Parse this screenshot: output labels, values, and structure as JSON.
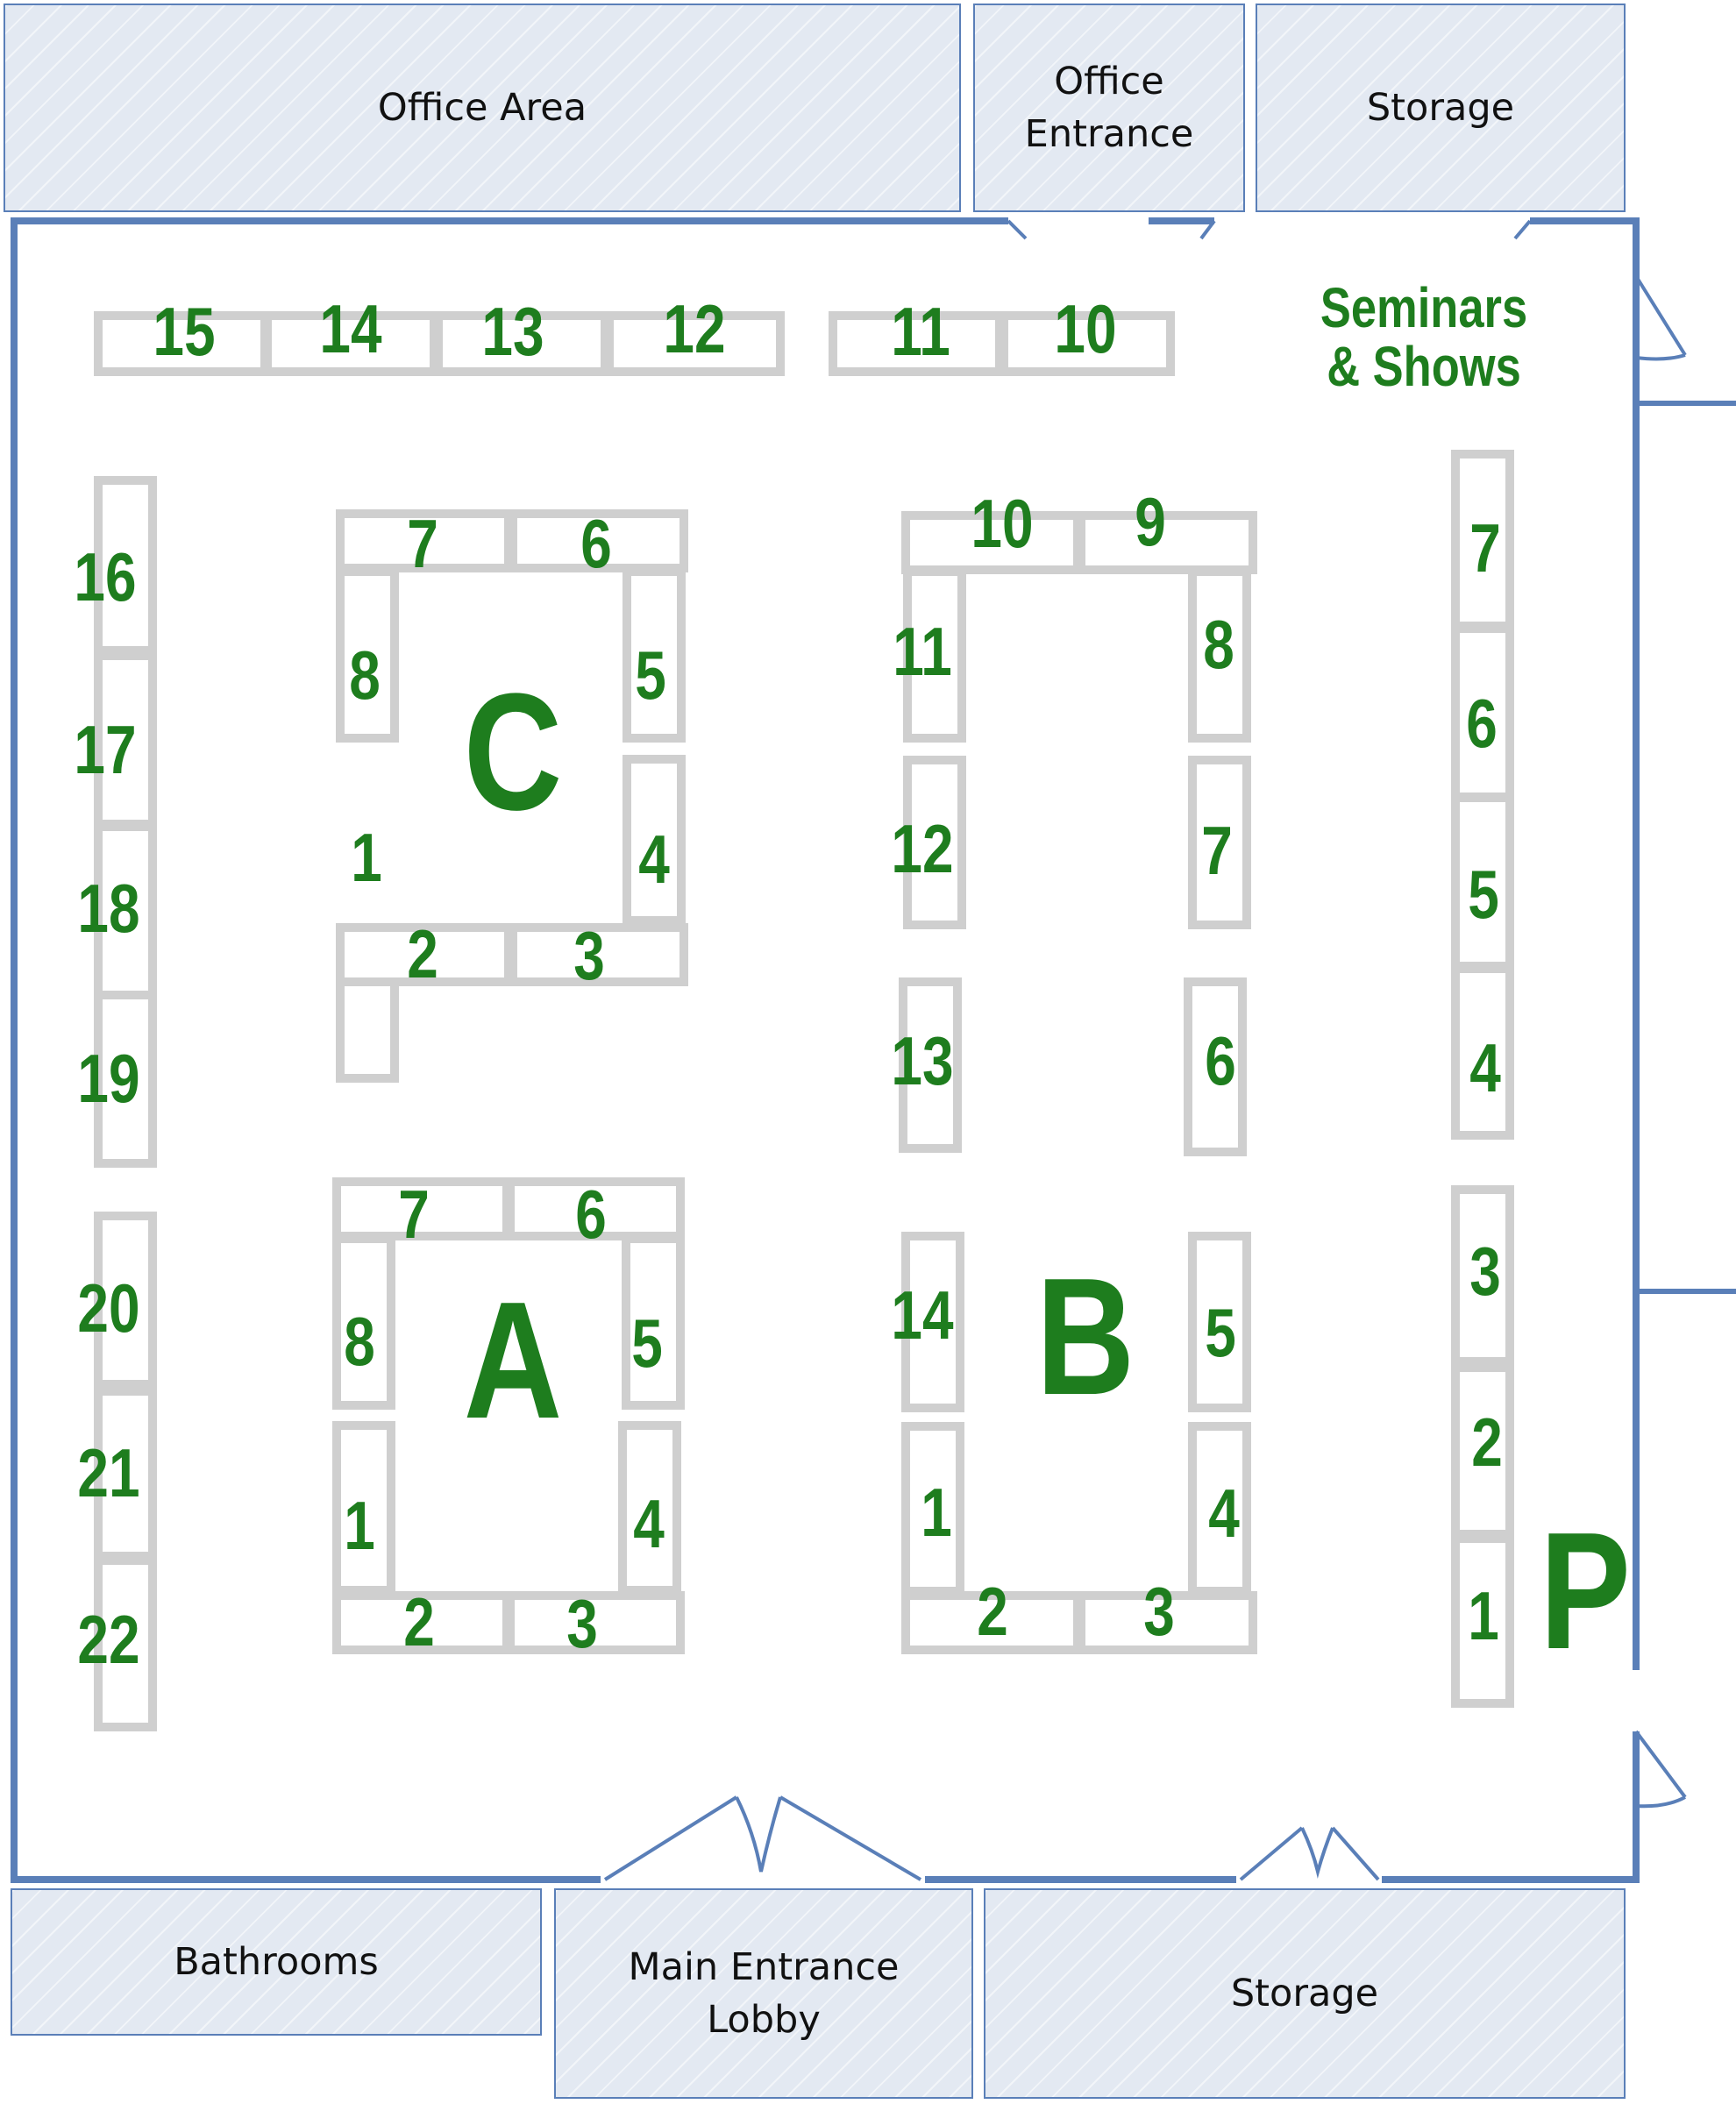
{
  "rooms": {
    "office_area": "Office Area",
    "office_entrance": "Office\nEntrance",
    "storage_top": "Storage",
    "bathrooms": "Bathrooms",
    "main_entrance": "Main Entrance\nLobby",
    "storage_bottom": "Storage"
  },
  "seminars_label": "Seminars\n& Shows",
  "sections": {
    "A": {
      "label": "A",
      "booths": [
        "1",
        "2",
        "3",
        "4",
        "5",
        "6",
        "7",
        "8"
      ]
    },
    "B": {
      "label": "B",
      "booths": [
        "1",
        "2",
        "3",
        "4",
        "5",
        "6",
        "7",
        "8",
        "9",
        "10",
        "11",
        "12",
        "13",
        "14"
      ]
    },
    "C": {
      "label": "C",
      "booths": [
        "1",
        "2",
        "3",
        "4",
        "5",
        "6",
        "7",
        "8"
      ]
    },
    "P": {
      "label": "P",
      "booths": [
        "1",
        "2",
        "3",
        "4",
        "5",
        "6",
        "7"
      ]
    },
    "perimeter": {
      "top_booths": [
        "15",
        "14",
        "13",
        "12",
        "11",
        "10"
      ],
      "left_booths": [
        "16",
        "17",
        "18",
        "19",
        "20",
        "21",
        "22"
      ]
    }
  },
  "colors": {
    "room_fill": "#e3e9f2",
    "wall": "#5a7fb8",
    "label_green": "#1e7d1e",
    "booth_border": "#cfcfcf"
  }
}
